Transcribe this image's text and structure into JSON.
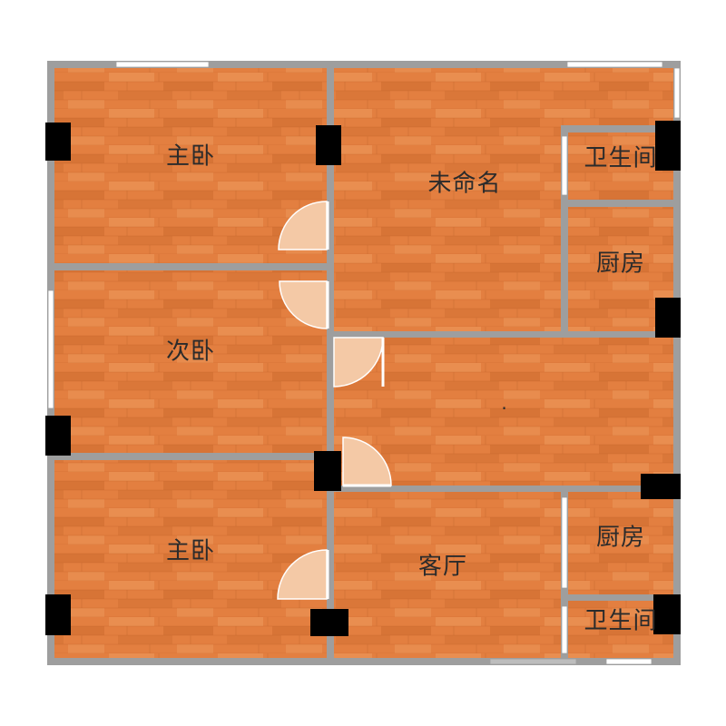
{
  "colors": {
    "floor": "#e37f40",
    "floor_plank_dark": "#c9662b",
    "floor_plank_light": "#ee9a5c",
    "wall": "#9e9e9e",
    "column": "#000000",
    "door_swing": "#f4c9a6",
    "window": "#ffffff",
    "label": "#2b2b2b"
  },
  "rooms": [
    {
      "id": "master-bedroom-top",
      "label": "主卧"
    },
    {
      "id": "unnamed-room",
      "label": "未命名"
    },
    {
      "id": "bathroom-top",
      "label": "卫生间"
    },
    {
      "id": "kitchen-top",
      "label": "厨房"
    },
    {
      "id": "second-bedroom",
      "label": "次卧"
    },
    {
      "id": "master-bedroom-bottom",
      "label": "主卧"
    },
    {
      "id": "living-room",
      "label": "客厅"
    },
    {
      "id": "kitchen-bottom",
      "label": "厨房"
    },
    {
      "id": "bathroom-bottom",
      "label": "卫生间"
    }
  ],
  "hallway_marker": "·"
}
